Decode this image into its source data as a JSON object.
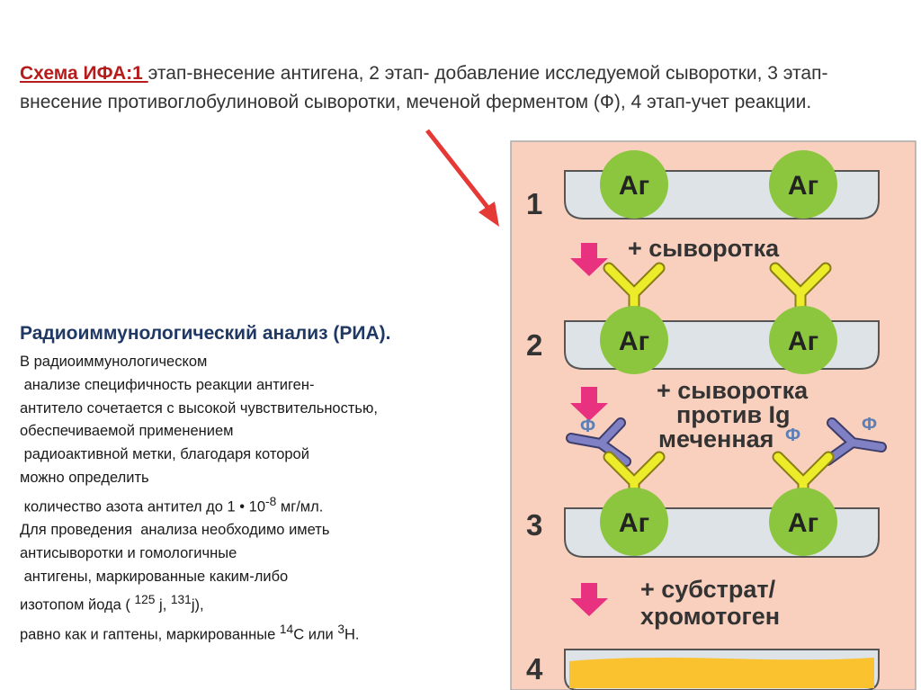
{
  "header": {
    "lead": "Схема ИФА:1 ",
    "text": "этап-внесение антигена, 2 этап- добавление исследуемой сыворотки, 3 этап-внесение противоглобулиновой сыворотки, меченой ферментом (Ф), 4 этап-учет реакции."
  },
  "ria": {
    "title": "Радиоиммунологический анализ (РИА).",
    "l1": "В радиоиммунологическом",
    "l2": " анализе специфичность реакции антиген-",
    "l3": "антитело сочетается с высокой чувствительностью,",
    "l4": "обеспечиваемой применением",
    "l5": " радиоактивной метки, благодаря которой",
    "l6": "можно определить",
    "l7a": " количество азота антител до 1 • 10",
    "l7sup": "-8",
    "l7b": " мг/мл.",
    "l8": "Для проведения  анализа необходимо иметь",
    "l9": "антисыворотки и гомологичные",
    "l10": " антигены, маркированные каким-либо",
    "l11a": "изотопом йода ( ",
    "l11s1": "125",
    "l11b": " j, ",
    "l11s2": "131",
    "l11c": "j),",
    "l12a": "равно как и гаптены, маркированные ",
    "l12s1": "14",
    "l12b": "С или ",
    "l12s2": "3",
    "l12c": "Н."
  },
  "diagram": {
    "antigen": "Аг",
    "enzyme": "Ф",
    "steps": [
      "1",
      "2",
      "3",
      "4"
    ],
    "label_serum": "+ сыворотка",
    "label_anti1": "+ сыворотка",
    "label_anti2": "против Ig",
    "label_anti3": "меченная",
    "label_sub1": "+ субстрат/",
    "label_sub2": "хромотоген"
  }
}
